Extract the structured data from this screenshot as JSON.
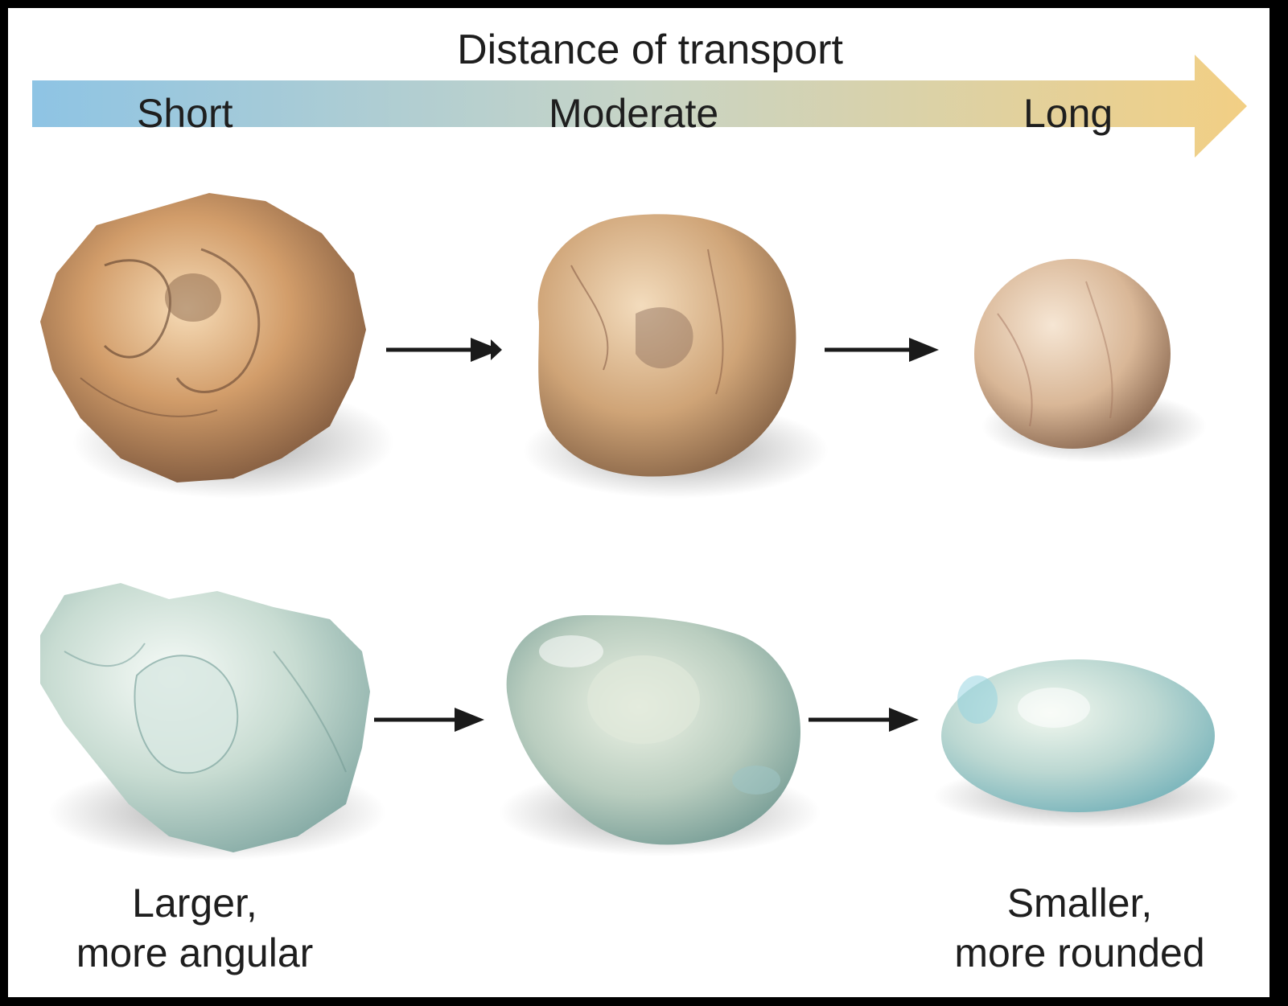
{
  "title": "Distance of transport",
  "scale": {
    "short": "Short",
    "moderate": "Moderate",
    "long": "Long"
  },
  "scale_colors": {
    "start": "#8ec4e4",
    "middle": "#c7d4c6",
    "end": "#f2cf84"
  },
  "left_label": {
    "line1": "Larger,",
    "line2": "more angular"
  },
  "right_label": {
    "line1": "Smaller,",
    "line2": "more rounded"
  },
  "rows": [
    {
      "material": "tan-stone",
      "colors": [
        "#f6d9b0",
        "#c9945e",
        "#6b4a35"
      ],
      "stages": [
        "angular",
        "subrounded",
        "rounded"
      ]
    },
    {
      "material": "pale-green-stone",
      "colors": [
        "#eef6f0",
        "#b7cfc5",
        "#7fa9a5"
      ],
      "stages": [
        "angular",
        "subrounded",
        "rounded"
      ]
    }
  ]
}
